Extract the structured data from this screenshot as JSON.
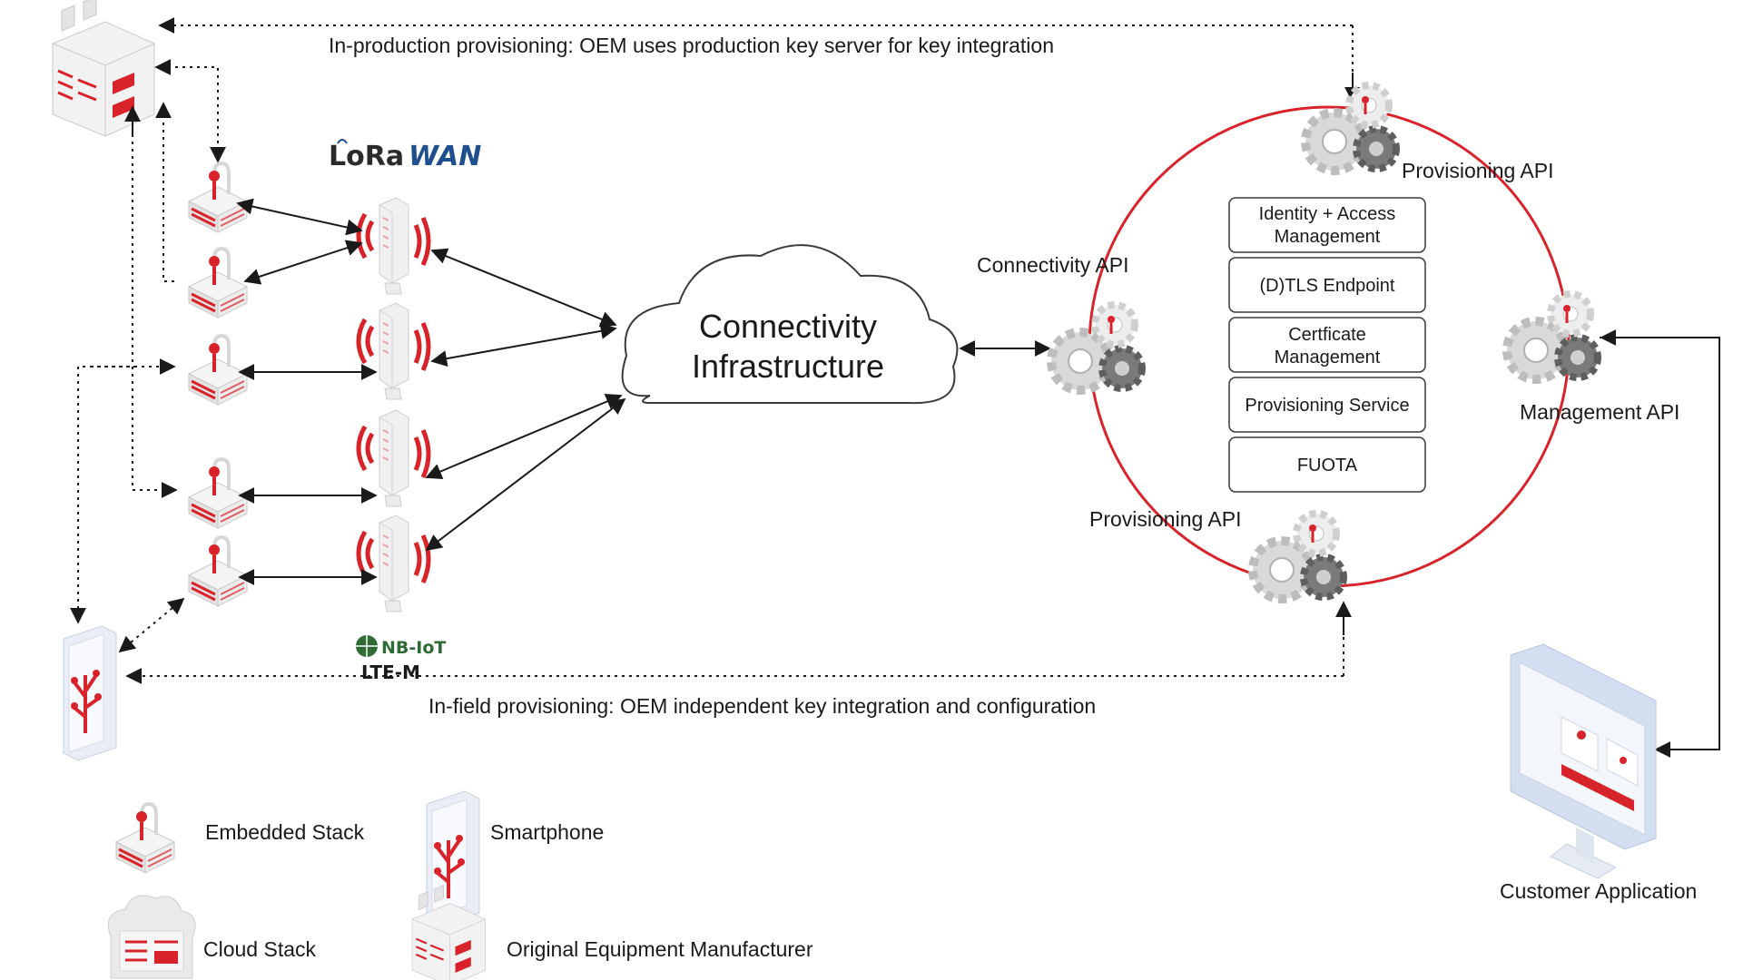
{
  "provisioning": {
    "in_production": "In-production provisioning: OEM uses production key server for key integration",
    "in_field": "In-field provisioning: OEM independent key integration and configuration"
  },
  "cloud": {
    "line1": "Connectivity",
    "line2": "Infrastructure"
  },
  "apis": {
    "connectivity": "Connectivity API",
    "provisioning_top": "Provisioning API",
    "provisioning_bottom": "Provisioning API",
    "management": "Management API"
  },
  "services": [
    {
      "line1": "Identity + Access",
      "line2": "Management"
    },
    {
      "line1": "(D)TLS Endpoint",
      "line2": ""
    },
    {
      "line1": "Certficate",
      "line2": "Management"
    },
    {
      "line1": "Provisioning Service",
      "line2": ""
    },
    {
      "line1": "FUOTA",
      "line2": ""
    }
  ],
  "logos": {
    "lorawan_a": "LoRa",
    "lorawan_b": "WAN",
    "nbiot": "NB-IoT",
    "ltem": "LTE-M"
  },
  "customer_app": "Customer Application",
  "legend": {
    "embedded_stack": "Embedded Stack",
    "smartphone": "Smartphone",
    "cloud_stack": "Cloud Stack",
    "oem": "Original Equipment Manufacturer"
  },
  "colors": {
    "accent_red": "#d8232a",
    "line": "#1a1a1a",
    "gear_light": "#cfcfcf",
    "gear_dark": "#6a6a6a",
    "screen_blue": "#dbe6f6"
  }
}
